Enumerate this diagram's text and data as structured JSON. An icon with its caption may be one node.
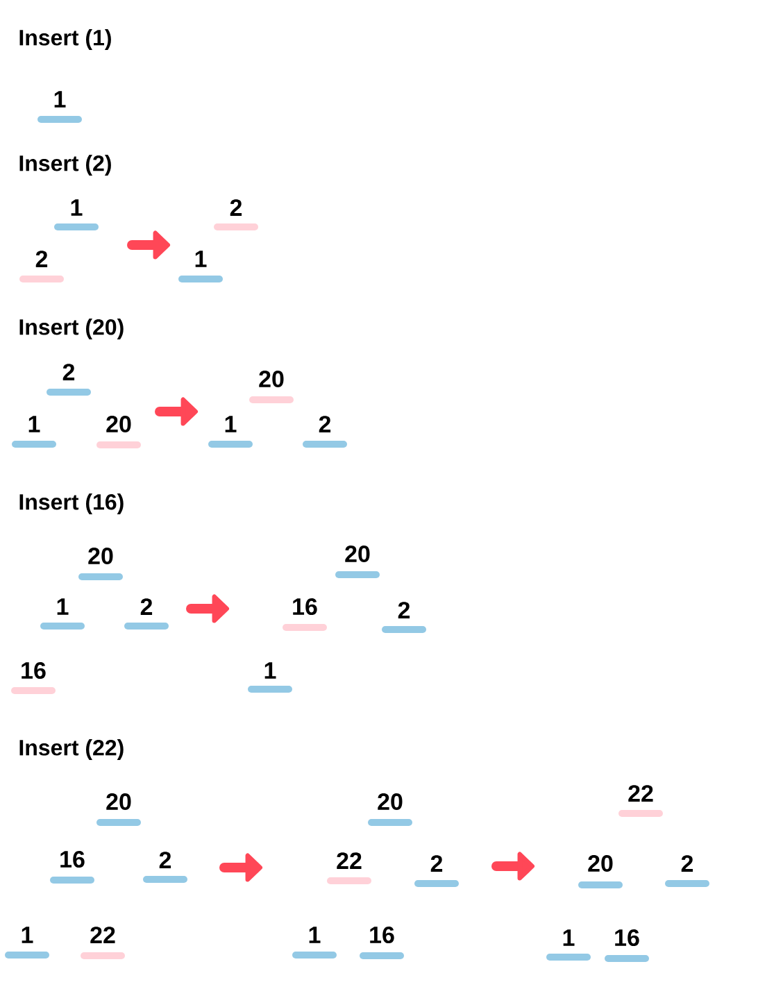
{
  "diagram": {
    "nodes": [
      {
        "text": [
          "1"
        ]
      },
      {
        "text": [
          "1"
        ]
      },
      {
        "text": [
          "2"
        ]
      },
      {
        "text": [
          "2"
        ]
      },
      {
        "text": [
          "1"
        ]
      },
      {
        "text": [
          "2"
        ]
      },
      {
        "text": [
          "1"
        ]
      },
      {
        "text": [
          "20"
        ]
      },
      {
        "text": [
          "20"
        ]
      },
      {
        "text": [
          "1"
        ]
      },
      {
        "text": [
          "2"
        ]
      },
      {
        "text": [
          "20"
        ]
      },
      {
        "text": [
          "1"
        ]
      },
      {
        "text": [
          "2"
        ]
      },
      {
        "text": [
          "16"
        ]
      },
      {
        "text": [
          "20"
        ]
      },
      {
        "text": [
          "16"
        ]
      },
      {
        "text": [
          "2"
        ]
      },
      {
        "text": [
          "1"
        ]
      },
      {
        "text": [
          "20"
        ]
      },
      {
        "text": [
          "16"
        ]
      },
      {
        "text": [
          "2"
        ]
      },
      {
        "text": [
          "1"
        ]
      },
      {
        "text": [
          "22"
        ]
      },
      {
        "text": [
          "20"
        ]
      },
      {
        "text": [
          "22"
        ]
      },
      {
        "text": [
          "2"
        ]
      },
      {
        "text": [
          "1"
        ]
      },
      {
        "text": [
          "16"
        ]
      },
      {
        "text": [
          "22"
        ]
      },
      {
        "text": [
          "20"
        ]
      },
      {
        "text": [
          "2"
        ]
      },
      {
        "text": [
          "1"
        ]
      },
      {
        "text": [
          "16"
        ]
      }
    ],
    "labels": [
      "Insert (1)",
      "Insert (2)",
      "Insert (20)",
      "Insert (16)",
      "Insert (22)"
    ]
  }
}
